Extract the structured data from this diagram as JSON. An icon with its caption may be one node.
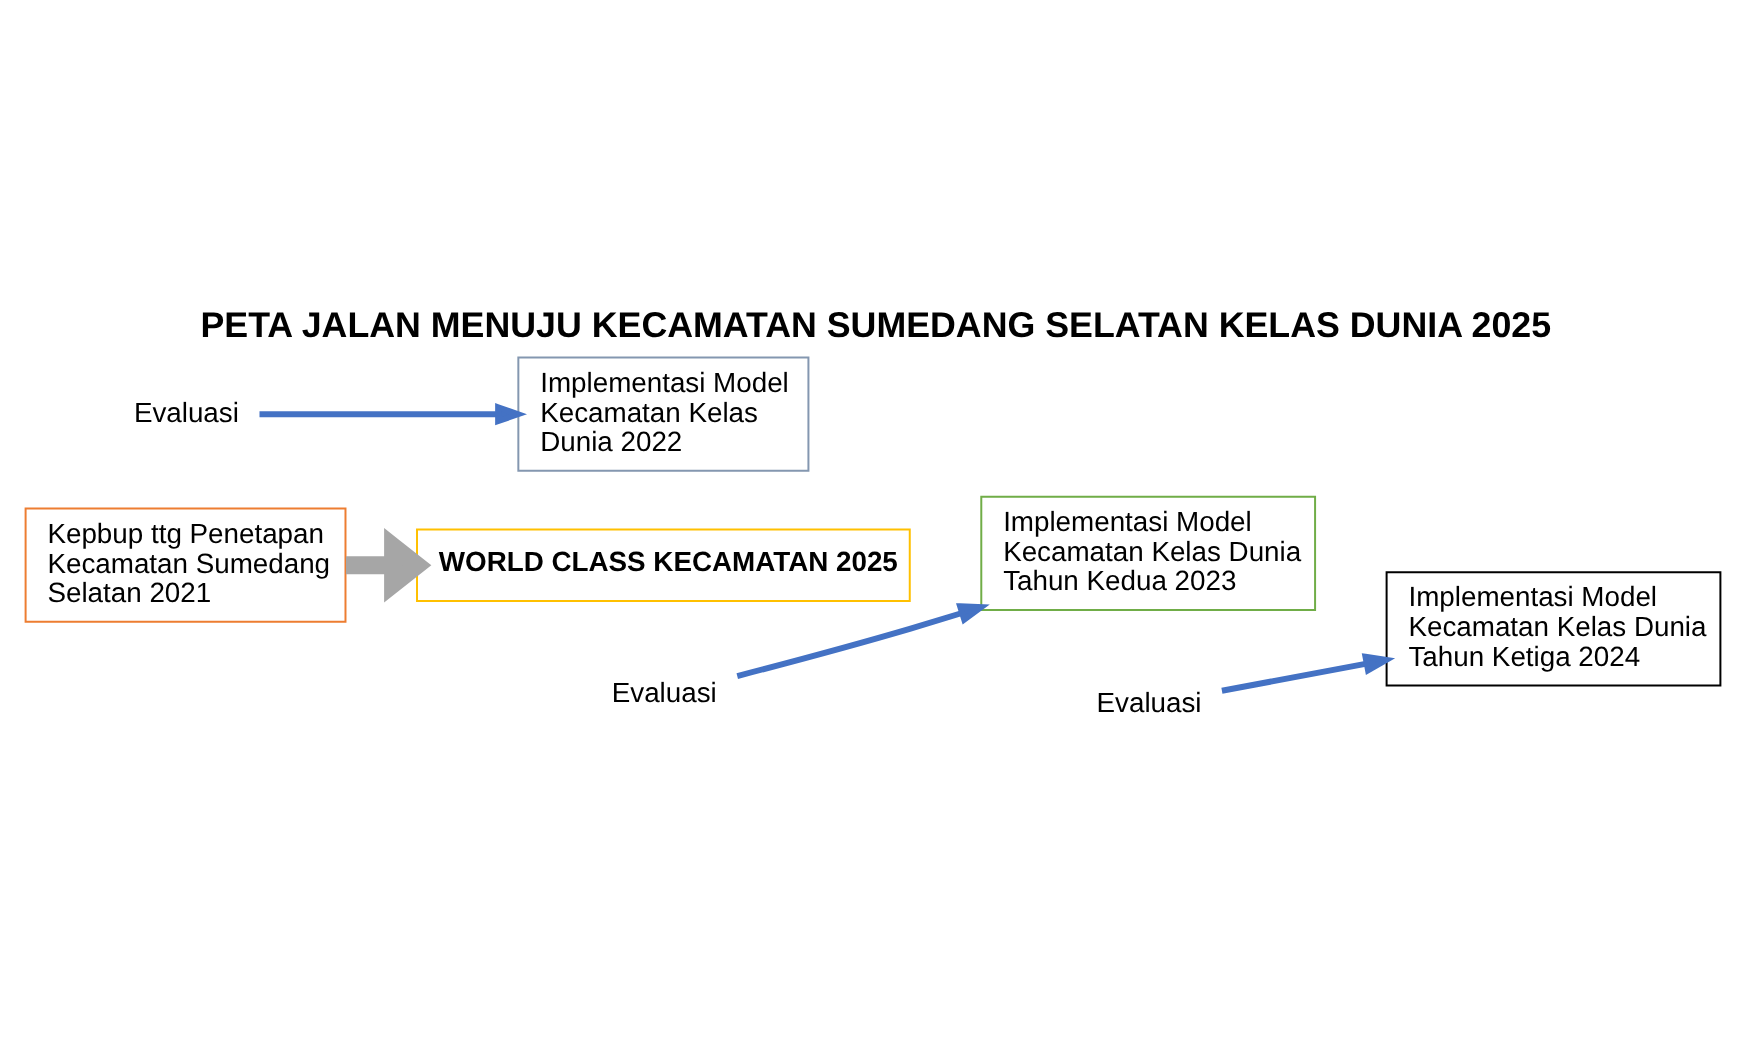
{
  "diagram": {
    "title": "PETA JALAN MENUJU KECAMATAN SUMEDANG SELATAN KELAS DUNIA 2025",
    "nodes": [
      {
        "text": [
          "Kepbup ttg Penetapan Kecamatan Sumedang Selatan 2021"
        ]
      },
      {
        "text": [
          "Implementasi Model Kecamatan Kelas Dunia 2022"
        ]
      },
      {
        "text": [
          "Implementasi Model Kecamatan Kelas Dunia Tahun Kedua 2023"
        ]
      },
      {
        "text": [
          "Implementasi Model Kecamatan Kelas Dunia Tahun Ketiga 2024"
        ]
      },
      {
        "text": [
          "WORLD CLASS KECAMATAN 2025"
        ]
      },
      {
        "text": [
          "Evaluasi"
        ]
      },
      {
        "text": [
          "Evaluasi"
        ]
      },
      {
        "text": [
          "Evaluasi"
        ]
      }
    ],
    "edges": [
      {
        "from": 0,
        "to": 4,
        "arrow": "to",
        "style": "thick",
        "color": "#a6a6a6"
      },
      {
        "from": 5,
        "to": 2,
        "arrow": "to"
      },
      {
        "from": 6,
        "to": 1,
        "arrow": "to"
      },
      {
        "from": 7,
        "to": 3,
        "arrow": "to"
      }
    ]
  }
}
